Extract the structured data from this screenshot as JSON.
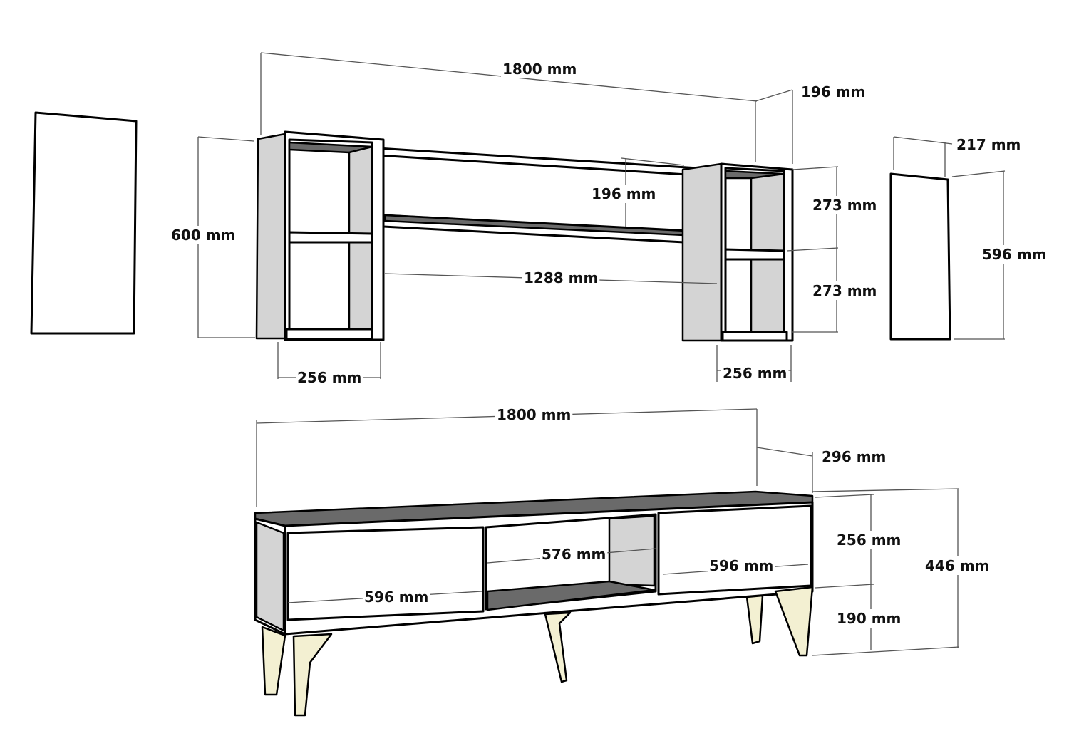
{
  "wall_shelf": {
    "total_width": "1800 mm",
    "depth": "196 mm",
    "height": "600 mm",
    "middle_shelf_depth": "196 mm",
    "middle_shelf_width": "1288 mm",
    "upper_compartment": "273 mm",
    "lower_compartment": "273 mm",
    "left_unit_width": "256 mm",
    "right_unit_width": "256 mm"
  },
  "side_panel": {
    "depth": "217 mm",
    "height": "596 mm"
  },
  "tv_stand": {
    "total_width": "1800 mm",
    "depth": "296 mm",
    "body_height": "256 mm",
    "leg_height": "190 mm",
    "total_height": "446 mm",
    "open_section_width": "576 mm",
    "left_door_width": "596 mm",
    "right_door_width": "596 mm"
  },
  "colors": {
    "body": "#ffffff",
    "side": "#d4d4d4",
    "top": "#6a6a6a",
    "legs": "#f3f0d2"
  }
}
